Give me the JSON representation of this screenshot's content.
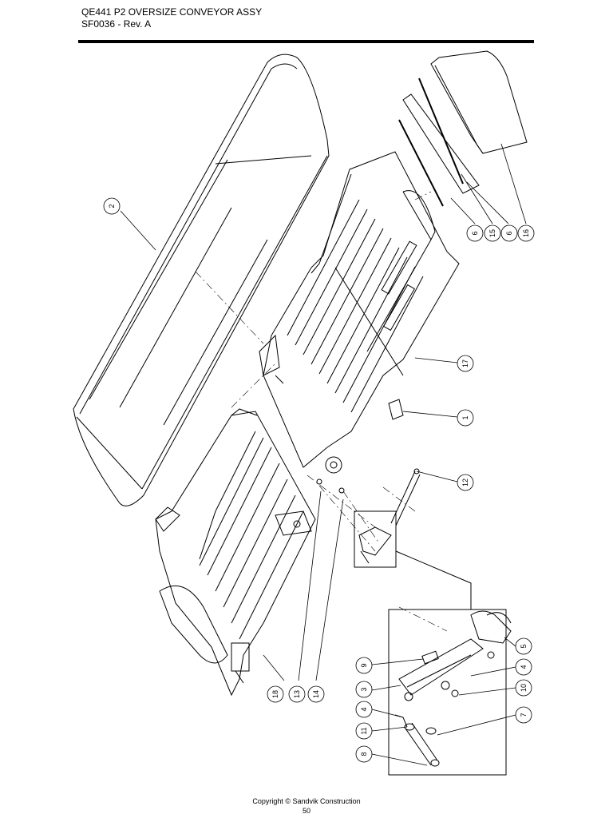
{
  "document": {
    "title": "QE441 P2 OVERSIZE CONVEYOR ASSY",
    "subtitle": "SF0036 - Rev. A"
  },
  "balloons": [
    {
      "label": "2"
    },
    {
      "label": "6"
    },
    {
      "label": "15"
    },
    {
      "label": "6"
    },
    {
      "label": "16"
    },
    {
      "label": "17"
    },
    {
      "label": "1"
    },
    {
      "label": "12"
    },
    {
      "label": "5"
    },
    {
      "label": "4"
    },
    {
      "label": "10"
    },
    {
      "label": "7"
    },
    {
      "label": "9"
    },
    {
      "label": "3"
    },
    {
      "label": "4"
    },
    {
      "label": "11"
    },
    {
      "label": "8"
    },
    {
      "label": "18"
    },
    {
      "label": "13"
    },
    {
      "label": "14"
    }
  ],
  "footer": {
    "copyright": "Copyright © Sandvik Construction",
    "page_number": "50"
  }
}
